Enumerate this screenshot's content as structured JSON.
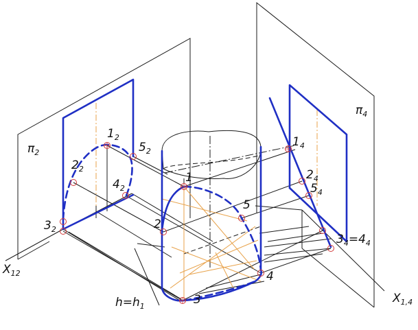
{
  "labels": {
    "pi2": {
      "main": "π",
      "sub": "2"
    },
    "pi4": {
      "main": "π",
      "sub": "4"
    },
    "x12": {
      "main": "X",
      "sub": "12"
    },
    "x14": {
      "main": "X",
      "sub": "1,4"
    },
    "h": {
      "main": "h=h",
      "sub": "1"
    },
    "p1_2": {
      "main": "1",
      "sub": "2"
    },
    "p2_2": {
      "main": "2",
      "sub": "2"
    },
    "p3_2": {
      "main": "3",
      "sub": "2"
    },
    "p4_2": {
      "main": "4",
      "sub": "2"
    },
    "p5_2": {
      "main": "5",
      "sub": "2"
    },
    "p1": {
      "main": "1",
      "sub": ""
    },
    "p2": {
      "main": "2",
      "sub": ""
    },
    "p3": {
      "main": "3",
      "sub": ""
    },
    "p4": {
      "main": "4",
      "sub": ""
    },
    "p5": {
      "main": "5",
      "sub": ""
    },
    "p1_4": {
      "main": "1",
      "sub": "4"
    },
    "p2_4": {
      "main": "2",
      "sub": "4"
    },
    "p5_4": {
      "main": "5",
      "sub": "4"
    },
    "p34_4": {
      "main": "3",
      "sub": "4",
      "tail": "=4",
      "tail_sub": "4"
    }
  },
  "colors": {
    "section_curve": "#1f2fc4",
    "construction": "#e8a24a",
    "point_marker": "#d23a3a",
    "line": "#1a1a1a"
  }
}
